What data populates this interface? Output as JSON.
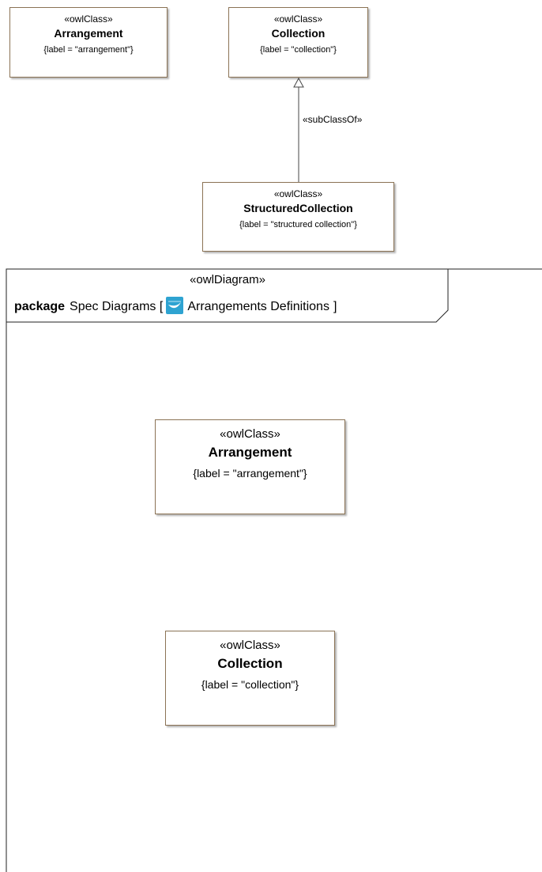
{
  "top_classes": {
    "arrangement": {
      "stereotype": "«owlClass»",
      "name": "Arrangement",
      "tag": "{label = \"arrangement\"}"
    },
    "collection": {
      "stereotype": "«owlClass»",
      "name": "Collection",
      "tag": "{label = \"collection\"}"
    },
    "structured_collection": {
      "stereotype": "«owlClass»",
      "name": "StructuredCollection",
      "tag": "{label = \"structured collection\"}"
    }
  },
  "relation": {
    "label": "«subClassOf»"
  },
  "frame": {
    "stereotype": "«owlDiagram»",
    "keyword": "package",
    "path": "Spec Diagrams [",
    "icon": "owl-diagram-icon",
    "name": "Arrangements Definitions",
    "close": "]"
  },
  "frame_classes": {
    "arrangement": {
      "stereotype": "«owlClass»",
      "name": "Arrangement",
      "tag": "{label = \"arrangement\"}"
    },
    "collection": {
      "stereotype": "«owlClass»",
      "name": "Collection",
      "tag": "{label = \"collection\"}"
    }
  },
  "colors": {
    "box_border": "#8b7355",
    "icon_fill": "#2ea3d1"
  }
}
